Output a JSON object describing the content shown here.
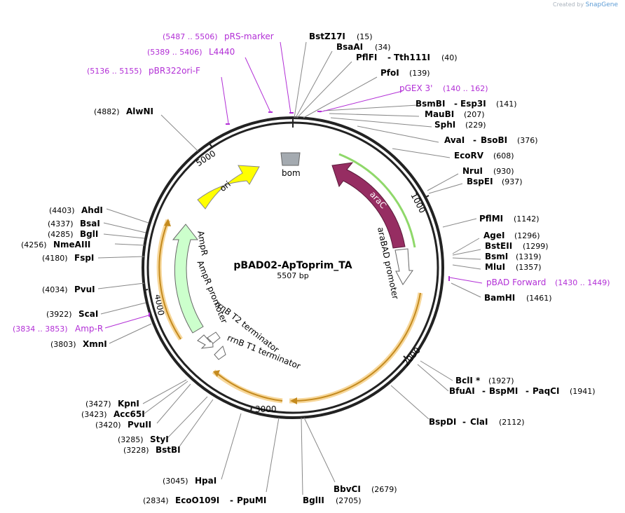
{
  "credit": {
    "prefix": "Created by",
    "brand": "SnapGene"
  },
  "plasmid": {
    "name": "pBAD02-ApToprim_TA",
    "length_label": "5507 bp"
  },
  "ticks": [
    "1000",
    "2000",
    "3000",
    "4000",
    "5000"
  ],
  "enzymes_right": [
    {
      "id": "bstz17i",
      "name": "BstZ17I",
      "pos": "(15)"
    },
    {
      "id": "bsaai",
      "name": "BsaAI",
      "pos": "(34)"
    },
    {
      "id": "pflfi",
      "name": "PflFI",
      "sep": "-",
      "name2": "Tth111I",
      "pos": "(40)"
    },
    {
      "id": "pfoi",
      "name": "PfoI",
      "pos": "(139)"
    },
    {
      "id": "bsmbi",
      "name": "BsmBI",
      "sep": "-",
      "name2": "Esp3I",
      "pos": "(141)"
    },
    {
      "id": "maubi",
      "name": "MauBI",
      "pos": "(207)"
    },
    {
      "id": "sphi",
      "name": "SphI",
      "pos": "(229)"
    },
    {
      "id": "avai",
      "name": "AvaI",
      "sep": "-",
      "name2": "BsoBI",
      "pos": "(376)"
    },
    {
      "id": "ecorv",
      "name": "EcoRV",
      "pos": "(608)"
    },
    {
      "id": "nrui",
      "name": "NruI",
      "pos": "(930)"
    },
    {
      "id": "bspei",
      "name": "BspEI",
      "pos": "(937)"
    },
    {
      "id": "pflmi",
      "name": "PflMI",
      "pos": "(1142)"
    },
    {
      "id": "agei",
      "name": "AgeI",
      "pos": "(1296)"
    },
    {
      "id": "bsteii",
      "name": "BstEII",
      "pos": "(1299)"
    },
    {
      "id": "bsmi",
      "name": "BsmI",
      "pos": "(1319)"
    },
    {
      "id": "mlui",
      "name": "MluI",
      "pos": "(1357)"
    },
    {
      "id": "bamhi",
      "name": "BamHI",
      "pos": "(1461)"
    },
    {
      "id": "bcli",
      "name": "BclI *",
      "pos": "(1927)"
    },
    {
      "id": "bfuai",
      "name": "BfuAI",
      "sep": "-",
      "name2": "BspMI",
      "sep2": "-",
      "name3": "PaqCI",
      "pos": "(1941)"
    },
    {
      "id": "bspdi",
      "name": "BspDI",
      "sep": "-",
      "name2": "ClaI",
      "pos": "(2112)"
    },
    {
      "id": "bbvci",
      "name": "BbvCI",
      "pos": "(2679)"
    },
    {
      "id": "bglii",
      "name": "BglII",
      "pos": "(2705)"
    }
  ],
  "enzymes_left": [
    {
      "id": "alwni",
      "name": "AlwNI",
      "pos": "(4882)"
    },
    {
      "id": "ahdi",
      "name": "AhdI",
      "pos": "(4403)"
    },
    {
      "id": "bsai",
      "name": "BsaI",
      "pos": "(4337)"
    },
    {
      "id": "bgli",
      "name": "BglI",
      "pos": "(4285)"
    },
    {
      "id": "nmeaiii",
      "name": "NmeAIII",
      "pos": "(4256)"
    },
    {
      "id": "fspi",
      "name": "FspI",
      "pos": "(4180)"
    },
    {
      "id": "pvui",
      "name": "PvuI",
      "pos": "(4034)"
    },
    {
      "id": "scai",
      "name": "ScaI",
      "pos": "(3922)"
    },
    {
      "id": "xmni",
      "name": "XmnI",
      "pos": "(3803)"
    },
    {
      "id": "kpni",
      "name": "KpnI",
      "pos": "(3427)"
    },
    {
      "id": "acc65i",
      "name": "Acc65I",
      "pos": "(3423)"
    },
    {
      "id": "pvuii",
      "name": "PvuII",
      "pos": "(3420)"
    },
    {
      "id": "styi",
      "name": "StyI",
      "pos": "(3285)"
    },
    {
      "id": "bstbi",
      "name": "BstBI",
      "pos": "(3228)"
    },
    {
      "id": "hpai",
      "name": "HpaI",
      "pos": "(3045)"
    },
    {
      "id": "ecoo109i",
      "name": "EcoO109I",
      "sep": "-",
      "name2": "PpuMI",
      "pos": "(2834)"
    }
  ],
  "primers": [
    {
      "id": "prs",
      "name": "pRS-marker",
      "range": "(5487 .. 5506)"
    },
    {
      "id": "l4440",
      "name": "L4440",
      "range": "(5389 .. 5406)"
    },
    {
      "id": "pbr322",
      "name": "pBR322ori-F",
      "range": "(5136 .. 5155)"
    },
    {
      "id": "pgex3",
      "name": "pGEX 3'",
      "range": "(140 .. 162)"
    },
    {
      "id": "pbadfwd",
      "name": "pBAD Forward",
      "range": "(1430 .. 1449)"
    },
    {
      "id": "ampr",
      "name": "Amp-R",
      "range": "(3834 .. 3853)"
    }
  ],
  "features": {
    "arac": "araC",
    "arabad": "araBAD promoter",
    "ori": "ori",
    "bom": "bom",
    "ampr_gene": "AmpR",
    "ampr_promoter": "AmpR promoter",
    "rrnb_t2": "rrnB T2 terminator",
    "rrnb_t1": "rrnB T1 terminator"
  },
  "colors": {
    "arac": "#962d62",
    "ori": "#ffff00",
    "ampr": "#ccffcc",
    "orf": "#f0b030",
    "primer": "#b22fd6",
    "bom": "#a4aab0"
  }
}
